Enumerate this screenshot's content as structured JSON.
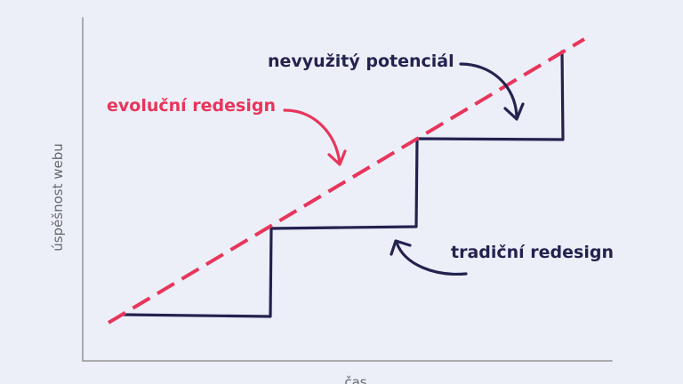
{
  "labels": {
    "evolution": "evoluční redesign",
    "unused": "nevyužitý potenciál",
    "traditional": "tradiční redesign"
  },
  "axes": {
    "y_label": "úspěšnost webu",
    "x_label": "čas"
  },
  "colors": {
    "background": "#eceff8",
    "navy": "#23234f",
    "red": "#e8355b",
    "axis": "#9a9a9a"
  }
}
